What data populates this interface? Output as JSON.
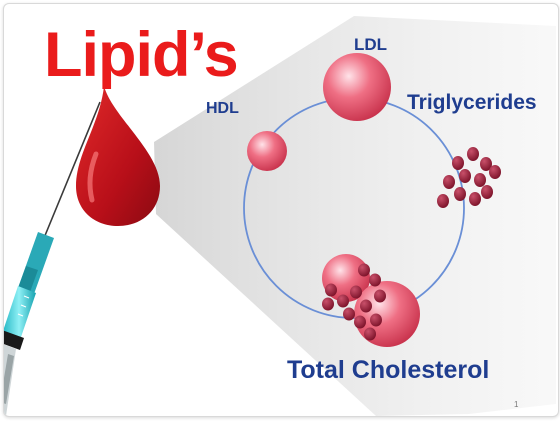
{
  "title": "Lipid’s",
  "labels": {
    "ldl": "LDL",
    "hdl": "HDL",
    "triglycerides": "Triglycerides",
    "total_cholesterol": "Total Cholesterol"
  },
  "page_number": "1",
  "colors": {
    "title_red": "#ea1b1b",
    "label_blue": "#1f3d8f",
    "blood_red": "#c0151f",
    "cycle_blue": "#6a8fd6",
    "lipid_pink": "#e8596e",
    "triglyceride_maroon": "#8c1d33",
    "syringe_teal": "#2cc7d4"
  },
  "icons": [
    "syringe-icon",
    "blood-drop-icon"
  ]
}
